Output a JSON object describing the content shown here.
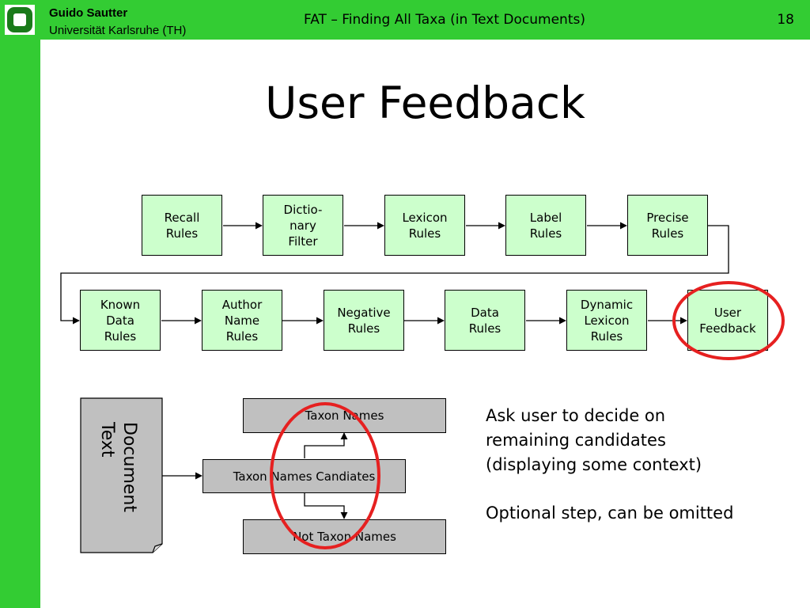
{
  "header": {
    "author": "Guido Sautter",
    "affiliation": "Universität Karlsruhe (TH)",
    "title": "FAT – Finding All Taxa (in Text Documents)",
    "slide_number": "18"
  },
  "slide": {
    "title": "User Feedback"
  },
  "pipeline": {
    "row1": [
      "Recall\nRules",
      "Dictio-\nnary\nFilter",
      "Lexicon\nRules",
      "Label\nRules",
      "Precise\nRules"
    ],
    "row2": [
      "Known\nData\nRules",
      "Author\nName\nRules",
      "Negative\nRules",
      "Data\nRules",
      "Dynamic\nLexicon\nRules"
    ],
    "highlighted_step": "User\nFeedback"
  },
  "feedback_diagram": {
    "document": "Document\nText",
    "candidates": "Taxon Names Candiates",
    "taxon_names": "Taxon Names",
    "not_taxon_names": "Not Taxon Names"
  },
  "notes": {
    "ask_user": "Ask user to decide on\nremaining candidates\n(displaying some context)",
    "optional": "Optional step, can be omitted"
  },
  "colors": {
    "theme_green": "#33cc33",
    "box_fill": "#ccffcc",
    "gray_box": "#c0c0c0",
    "highlight": "#e62020"
  }
}
